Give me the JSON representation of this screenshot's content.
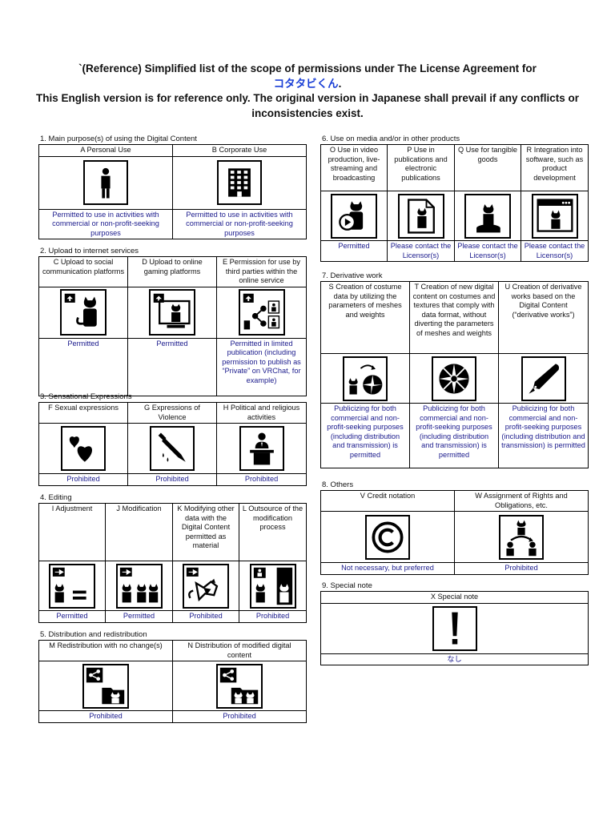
{
  "header": {
    "line1": "`(Reference) Simplified list of the scope of permissions under The License Agreement for",
    "name": "コタタビくん",
    "line2_suffix": ".",
    "line3": "This English version is for reference only. The original version in Japanese shall prevail if any conflicts or",
    "line4": "inconsistencies exist."
  },
  "sections": {
    "s1": {
      "title": "1. Main purpose(s) of using the Digital Content",
      "cols": [
        {
          "label": "A Personal Use",
          "status": "Permitted to use in activities with commercial or non-profit-seeking purposes",
          "icon": "person-icon"
        },
        {
          "label": "B  Corporate Use",
          "status": "Permitted to use in activities with commercial or non-profit-seeking purposes",
          "icon": "building-icon"
        }
      ]
    },
    "s2": {
      "title": "2. Upload to internet services",
      "cols": [
        {
          "label": "C Upload to social communication platforms",
          "status": "Permitted",
          "icon": "upload-cat-icon"
        },
        {
          "label": "D Upload to online gaming platforms",
          "status": "Permitted",
          "icon": "upload-monitor-icon"
        },
        {
          "label": "E Permission for use by third parties within the online service",
          "status": "Permitted in limited publication (including permission to publish as “Private” on VRChat, for example)",
          "icon": "share-users-icon"
        }
      ]
    },
    "s3": {
      "title": "3. Sensational Expressions",
      "cols": [
        {
          "label": "F Sexual expressions",
          "status": "Prohibited",
          "icon": "hearts-icon"
        },
        {
          "label": "G Expressions of Violence",
          "status": "Prohibited",
          "icon": "knife-icon"
        },
        {
          "label": "H Political and religious activities",
          "status": "Prohibited",
          "icon": "podium-icon"
        }
      ]
    },
    "s4": {
      "title": "4. Editing",
      "cols": [
        {
          "label": "I Adjustment",
          "status": "Permitted",
          "icon": "adjust-icon"
        },
        {
          "label": "J Modification",
          "status": "Permitted",
          "icon": "modify-icon"
        },
        {
          "label": "K Modifying other data with the Digital Content permitted as material",
          "status": "Prohibited",
          "icon": "material-icon"
        },
        {
          "label": "L Outsource of the modification process",
          "status": "Prohibited",
          "icon": "outsource-icon"
        }
      ]
    },
    "s5": {
      "title": "5. Distribution and redistribution",
      "cols": [
        {
          "label": "M Redistribution with no change(s)",
          "status": "Prohibited",
          "icon": "redistribute-icon"
        },
        {
          "label": "N Distribution of modified digital content",
          "status": "Prohibited",
          "icon": "redistribute-modified-icon"
        }
      ]
    },
    "s6": {
      "title": "6. Use on media and/or in other products",
      "cols": [
        {
          "label": "O Use in video production, live-streaming and broadcasting",
          "status": "Permitted",
          "icon": "video-cat-icon"
        },
        {
          "label": "P Use in publications and electronic publications",
          "status": "Please contact the Licensor(s)",
          "icon": "document-cat-icon"
        },
        {
          "label": "Q Use for tangible goods",
          "status": "Please contact the Licensor(s)",
          "icon": "figure-cat-icon"
        },
        {
          "label": "R Integration into software, such as product development",
          "status": "Please contact the Licensor(s)",
          "icon": "software-cat-icon"
        }
      ]
    },
    "s7": {
      "title": "7. Derivative work",
      "cols": [
        {
          "label": "S Creation of costume data by utilizing the parameters of meshes and weights",
          "status": "Publicizing for both commercial and non-profit-seeking purposes (including distribution and transmission) is permitted",
          "icon": "costume-icon"
        },
        {
          "label": "T Creation of new digital content on costumes and textures that comply with data format, without diverting the parameters of meshes and weights",
          "status": "Publicizing for both commercial and non-profit-seeking purposes (including distribution and transmission) is permitted",
          "icon": "fabric-icon"
        },
        {
          "label": "U Creation of derivative works based on the Digital Content (“derivative works”)",
          "status": "Publicizing for both commercial and non-profit-seeking purposes (including distribution and transmission) is permitted",
          "icon": "pen-icon"
        }
      ]
    },
    "s8": {
      "title": "8. Others",
      "cols": [
        {
          "label": "V Credit notation",
          "status": "Not necessary, but preferred",
          "icon": "copyright-icon"
        },
        {
          "label": "W Assignment of Rights and Obligations, etc.",
          "status": "Prohibited",
          "icon": "transfer-icon"
        }
      ]
    },
    "s9": {
      "title": "9. Special note",
      "cols": [
        {
          "label": "X Special note",
          "status": "なし",
          "icon": "exclamation-icon"
        }
      ]
    }
  }
}
